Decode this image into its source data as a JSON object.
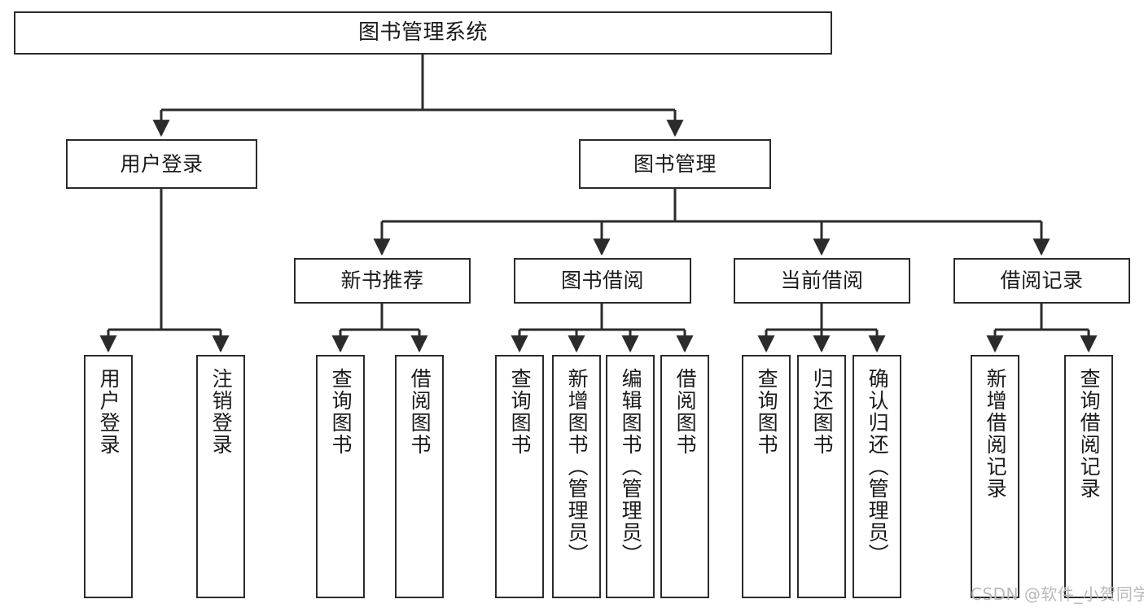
{
  "diagram": {
    "type": "hierarchy-tree",
    "title": "图书管理系统",
    "orientation": "top-down",
    "watermark": "CSDN @软件_小贺同学",
    "colors": {
      "stroke": "#2b2b2b",
      "fill": "#ffffff",
      "text": "#1a1a1a",
      "watermark": "#b9b9b9"
    },
    "nodes": {
      "root": {
        "label": "图书管理系统"
      },
      "level2": [
        {
          "label": "用户登录"
        },
        {
          "label": "图书管理"
        }
      ],
      "level3": [
        {
          "label": "新书推荐"
        },
        {
          "label": "图书借阅"
        },
        {
          "label": "当前借阅"
        },
        {
          "label": "借阅记录"
        }
      ],
      "leaves": {
        "user_login": [
          {
            "label": "用户登录"
          },
          {
            "label": "注销登录"
          }
        ],
        "new_book": [
          {
            "label": "查询图书"
          },
          {
            "label": "借阅图书"
          }
        ],
        "book_borrow": [
          {
            "label": "查询图书"
          },
          {
            "label": "新增图书（管理员）"
          },
          {
            "label": "编辑图书（管理员）"
          },
          {
            "label": "借阅图书"
          }
        ],
        "current_borrow": [
          {
            "label": "查询图书"
          },
          {
            "label": "归还图书"
          },
          {
            "label": "确认归还（管理员）"
          }
        ],
        "borrow_record": [
          {
            "label": "新增借阅记录"
          },
          {
            "label": "查询借阅记录"
          }
        ]
      }
    }
  }
}
